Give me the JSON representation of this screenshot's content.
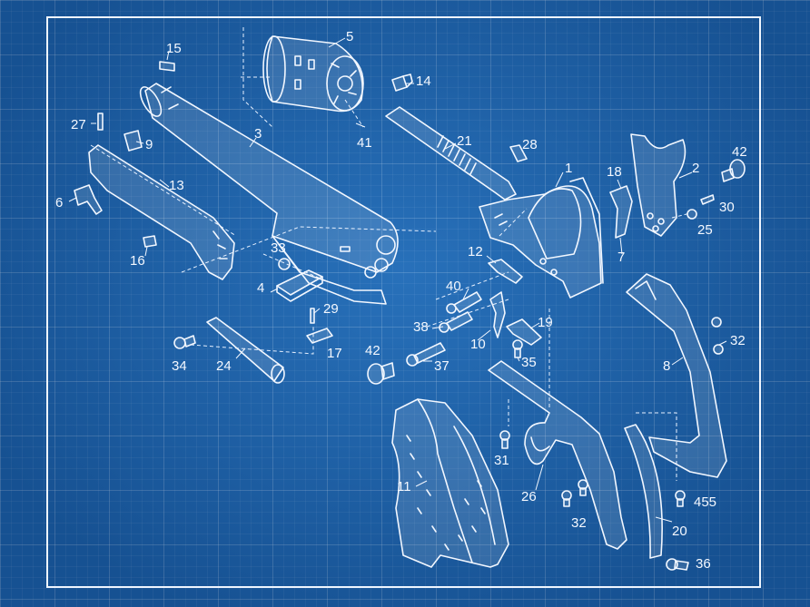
{
  "labels": {
    "l1": "1",
    "l2": "2",
    "l3": "3",
    "l4": "4",
    "l5": "5",
    "l6": "6",
    "l7": "7",
    "l8": "8",
    "l9": "9",
    "l10": "10",
    "l11": "11",
    "l12": "12",
    "l13": "13",
    "l14": "14",
    "l15": "15",
    "l16": "16",
    "l17": "17",
    "l18": "18",
    "l19": "19",
    "l20": "20",
    "l21": "21",
    "l24": "24",
    "l25": "25",
    "l26": "26",
    "l27": "27",
    "l28": "28",
    "l29": "29",
    "l30": "30",
    "l31": "31",
    "l32a": "32",
    "l32b": "32",
    "l33": "33",
    "l34": "34",
    "l35": "35",
    "l36": "36",
    "l37": "37",
    "l38": "38",
    "l40": "40",
    "l41": "41",
    "l42a": "42",
    "l42b": "42",
    "l455": "455"
  },
  "colors": {
    "background": "#1d62ab",
    "lines": "#f2f7ff"
  }
}
